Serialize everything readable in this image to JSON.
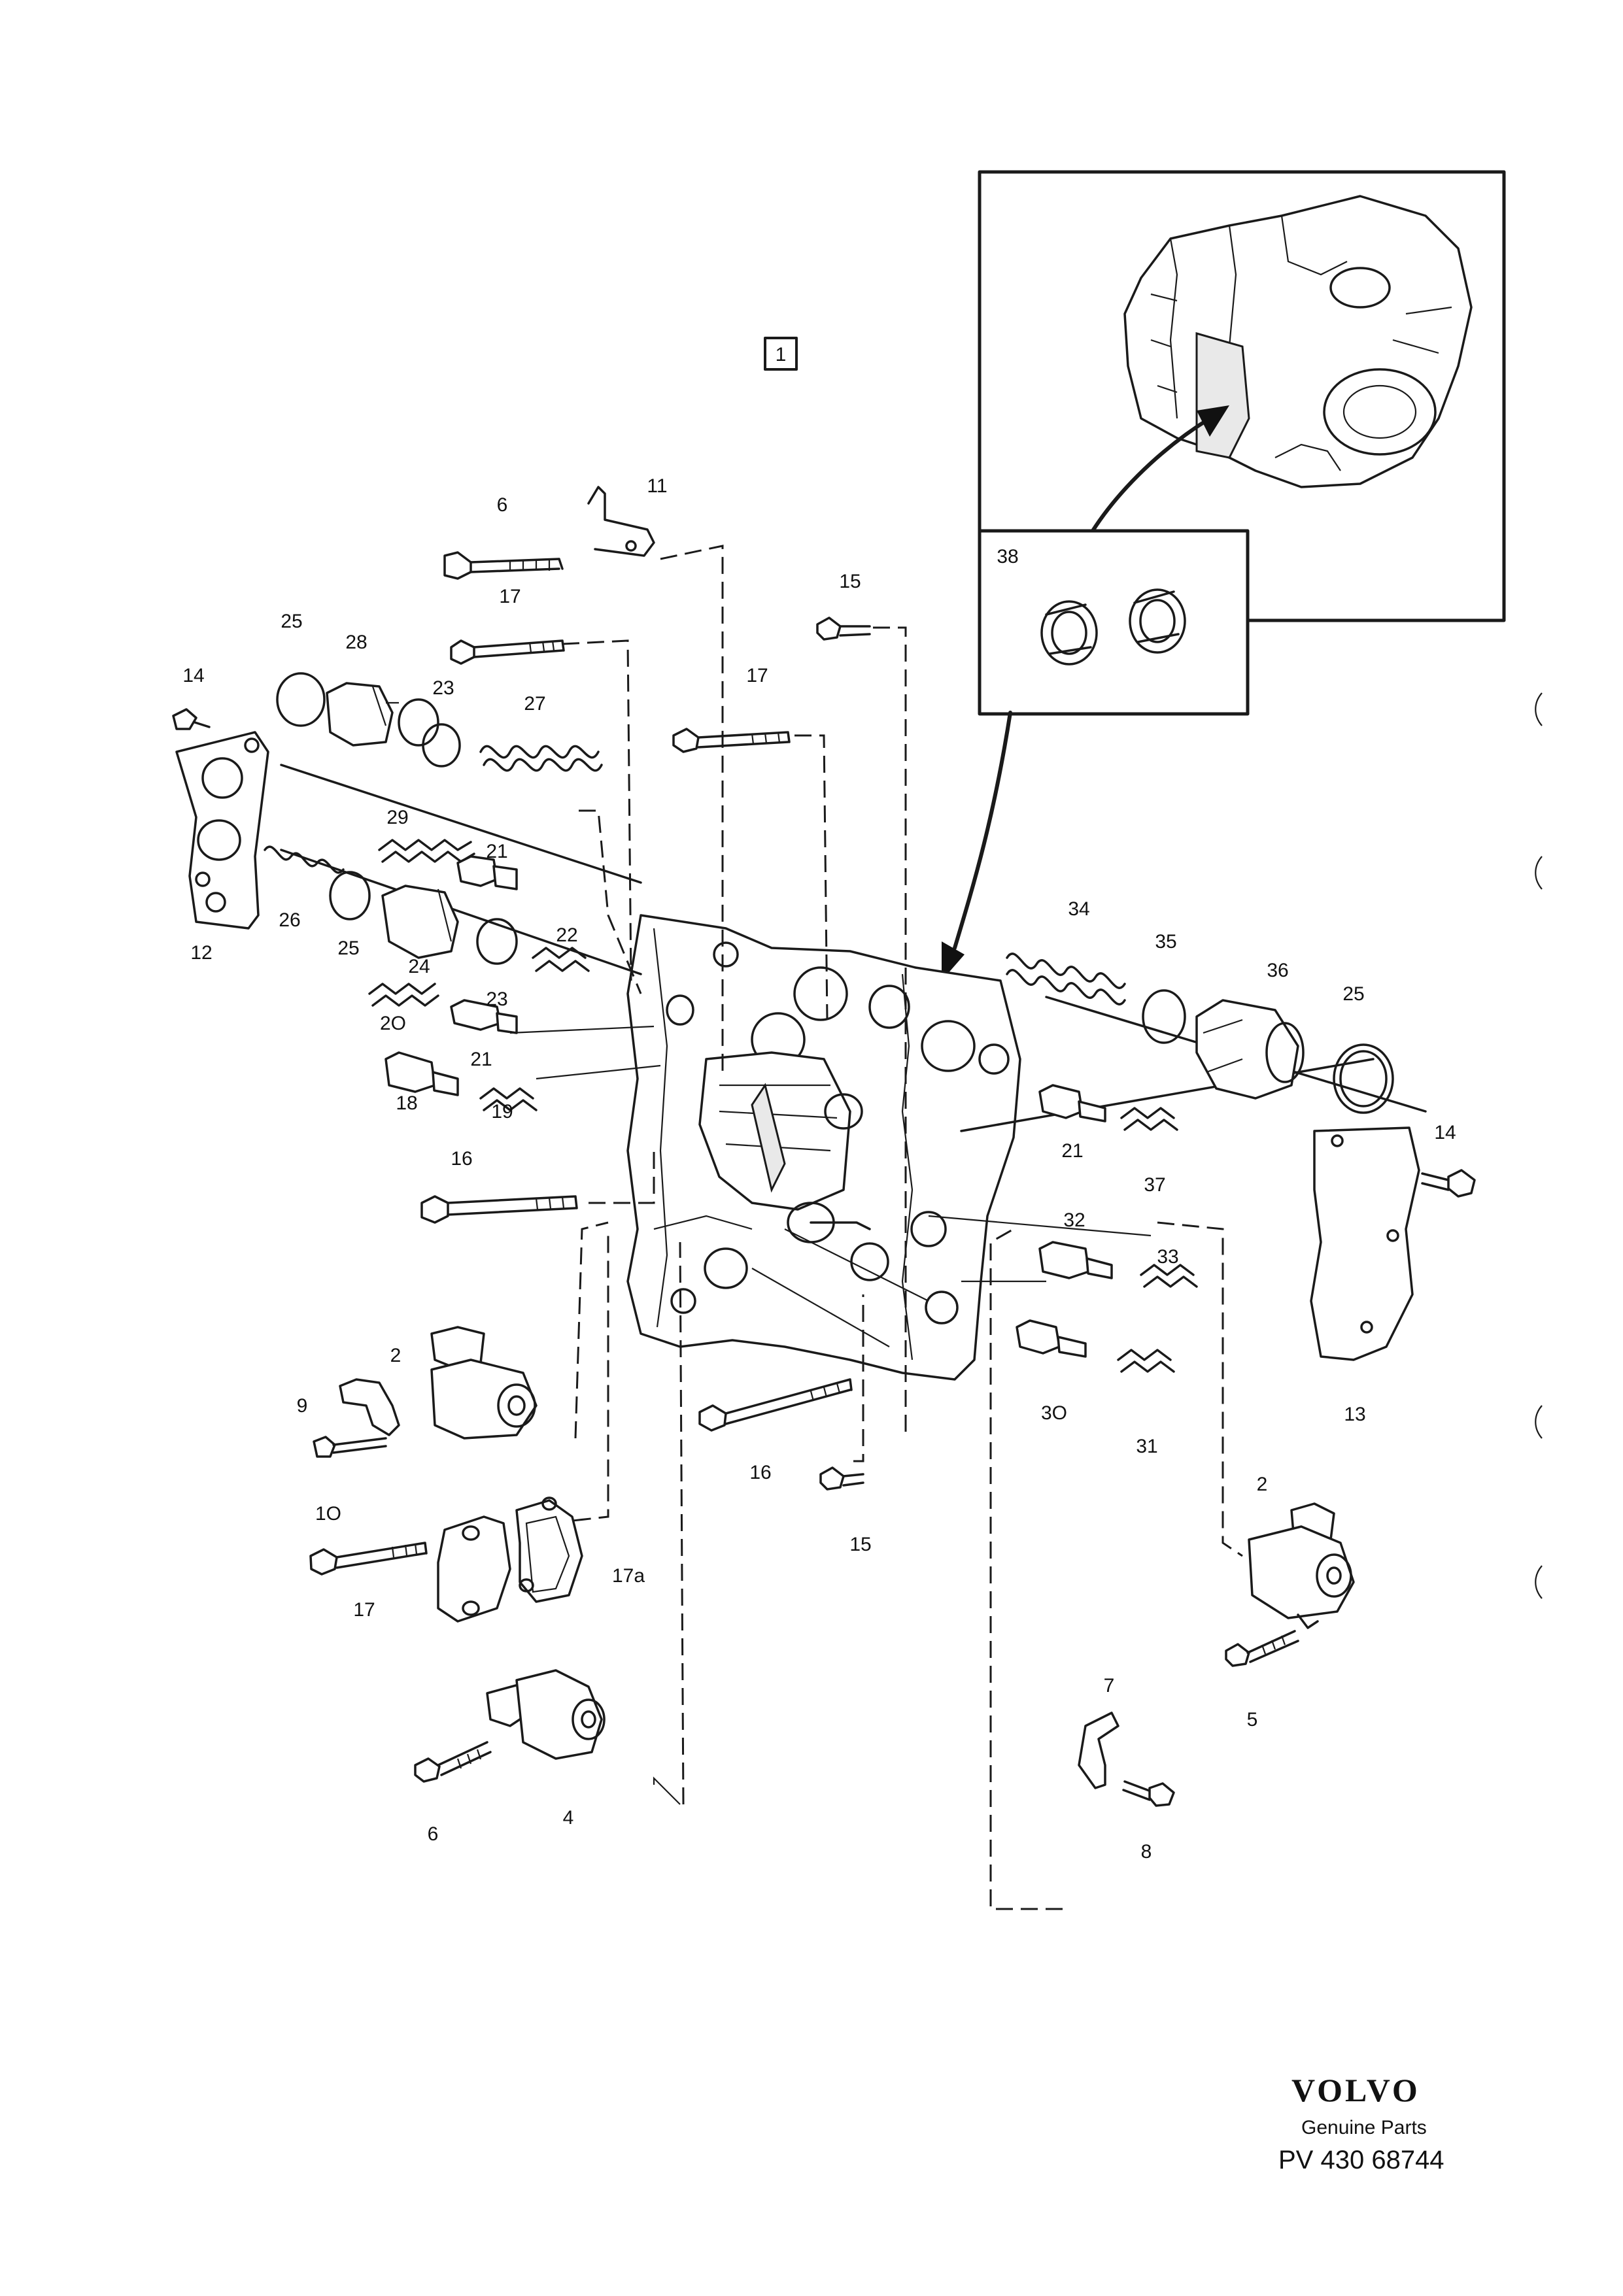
{
  "diagram": {
    "sheet_marker": "1",
    "callouts": [
      {
        "id": "c-6a",
        "text": "6"
      },
      {
        "id": "c-11",
        "text": "11"
      },
      {
        "id": "c-17a",
        "text": "17"
      },
      {
        "id": "c-15a",
        "text": "15"
      },
      {
        "id": "c-17b",
        "text": "17"
      },
      {
        "id": "c-25a",
        "text": "25"
      },
      {
        "id": "c-28",
        "text": "28"
      },
      {
        "id": "c-14a",
        "text": "14"
      },
      {
        "id": "c-23a",
        "text": "23"
      },
      {
        "id": "c-27",
        "text": "27"
      },
      {
        "id": "c-29",
        "text": "29"
      },
      {
        "id": "c-21a",
        "text": "21"
      },
      {
        "id": "c-26",
        "text": "26"
      },
      {
        "id": "c-25b",
        "text": "25"
      },
      {
        "id": "c-24",
        "text": "24"
      },
      {
        "id": "c-22",
        "text": "22"
      },
      {
        "id": "c-12",
        "text": "12"
      },
      {
        "id": "c-20",
        "text": "2O"
      },
      {
        "id": "c-23b",
        "text": "23"
      },
      {
        "id": "c-21b",
        "text": "21"
      },
      {
        "id": "c-18",
        "text": "18"
      },
      {
        "id": "c-19",
        "text": "19"
      },
      {
        "id": "c-16a",
        "text": "16"
      },
      {
        "id": "c-34",
        "text": "34"
      },
      {
        "id": "c-35",
        "text": "35"
      },
      {
        "id": "c-36",
        "text": "36"
      },
      {
        "id": "c-25c",
        "text": "25"
      },
      {
        "id": "c-21c",
        "text": "21"
      },
      {
        "id": "c-37",
        "text": "37"
      },
      {
        "id": "c-14b",
        "text": "14"
      },
      {
        "id": "c-32",
        "text": "32"
      },
      {
        "id": "c-33",
        "text": "33"
      },
      {
        "id": "c-30",
        "text": "3O"
      },
      {
        "id": "c-31",
        "text": "31"
      },
      {
        "id": "c-13",
        "text": "13"
      },
      {
        "id": "c-2a",
        "text": "2"
      },
      {
        "id": "c-9",
        "text": "9"
      },
      {
        "id": "c-10",
        "text": "1O"
      },
      {
        "id": "c-16b",
        "text": "16"
      },
      {
        "id": "c-15b",
        "text": "15"
      },
      {
        "id": "c-17c",
        "text": "17"
      },
      {
        "id": "c-17d",
        "text": "17a"
      },
      {
        "id": "c-2b",
        "text": "2"
      },
      {
        "id": "c-5",
        "text": "5"
      },
      {
        "id": "c-7",
        "text": "7"
      },
      {
        "id": "c-8",
        "text": "8"
      },
      {
        "id": "c-6b",
        "text": "6"
      },
      {
        "id": "c-4",
        "text": "4"
      },
      {
        "id": "c-38",
        "text": "38"
      }
    ]
  },
  "footer": {
    "brand": "VOLVO",
    "tagline": "Genuine Parts",
    "part_number": "PV 430 68744"
  }
}
